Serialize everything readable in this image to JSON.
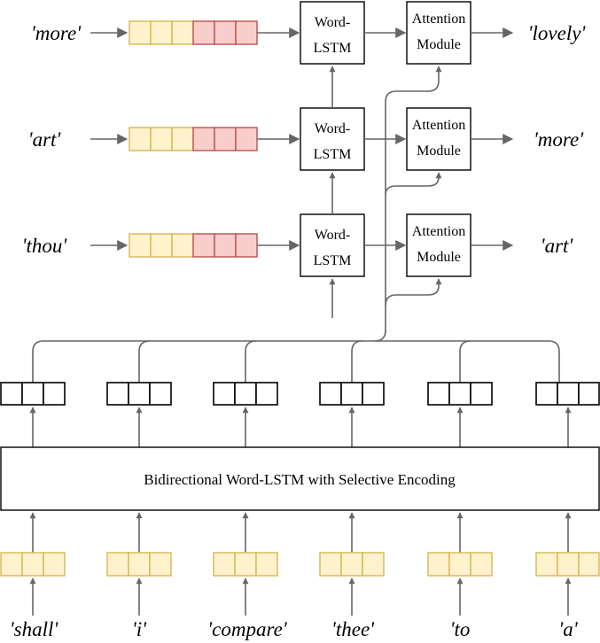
{
  "decoder": {
    "inputs": [
      "'more'",
      "'art'",
      "'thou'"
    ],
    "outputs": [
      "'lovely'",
      "'more'",
      "'art'"
    ],
    "lstm_label": [
      "Word-",
      "LSTM"
    ],
    "attention_label": [
      "Attention",
      "Module"
    ]
  },
  "encoder": {
    "label": "Bidirectional Word-LSTM with Selective Encoding",
    "inputs": [
      "'shall'",
      "'i'",
      "'compare'",
      "'thee'",
      "'to",
      "'a'"
    ]
  },
  "colors": {
    "embedding_fill": "#fff2cc",
    "embedding_stroke": "#d6b656",
    "context_fill": "#f8cecc",
    "context_stroke": "#b85450",
    "arrow": "#666666"
  }
}
